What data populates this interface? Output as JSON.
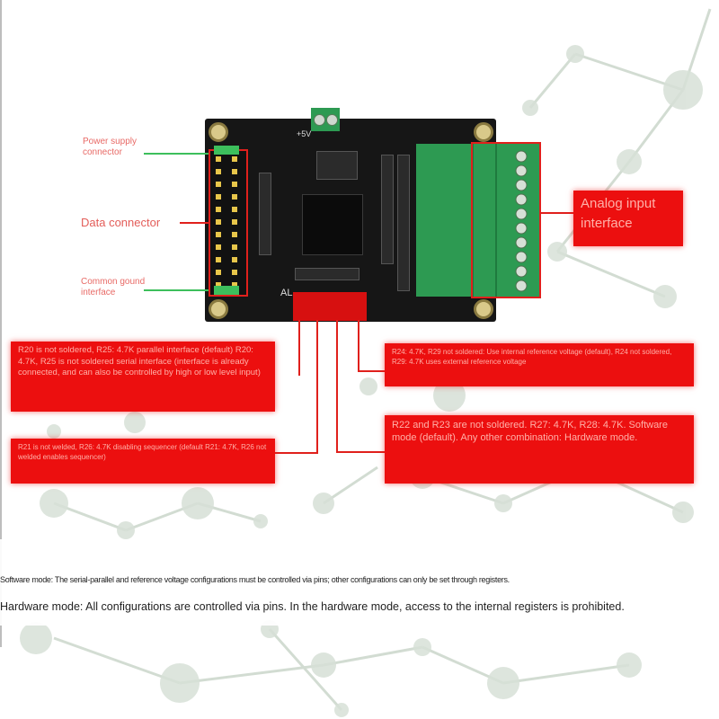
{
  "labels": {
    "power_supply": "Power supply connector",
    "data_connector": "Data connector",
    "common_ground": "Common gound interface",
    "analog_input": "Analog input interface",
    "board_al": "AL",
    "board_5v": "+5V"
  },
  "callouts": {
    "c1": "R20 is not soldered, R25: 4.7K parallel interface (default) R20: 4.7K, R25 is not soldered serial interface (interface is already connected, and can also be controlled by high or low level input)",
    "c2": "R21 is not welded, R26: 4.7K disabling sequencer (default R21: 4.7K, R26 not welded enables sequencer)",
    "c3": "R24: 4.7K, R29 not soldered: Use internal reference voltage (default), R24 not soldered, R29: 4.7K uses external reference voltage",
    "c4": "R22 and R23 are not soldered. R27: 4.7K, R28: 4.7K. Software mode (default). Any other combination: Hardware mode."
  },
  "notes": {
    "software_mode": "Software mode: The serial-parallel and reference voltage configurations must be controlled via pins; other configurations can only be set through registers.",
    "hardware_mode": "Hardware mode: All configurations are controlled via pins. In the hardware mode, access to the internal registers is prohibited."
  },
  "colors": {
    "callout_red": "#ec0f0f",
    "outline_red": "#e0201c",
    "terminal_green": "#2d9a52",
    "board_black": "#161616"
  }
}
